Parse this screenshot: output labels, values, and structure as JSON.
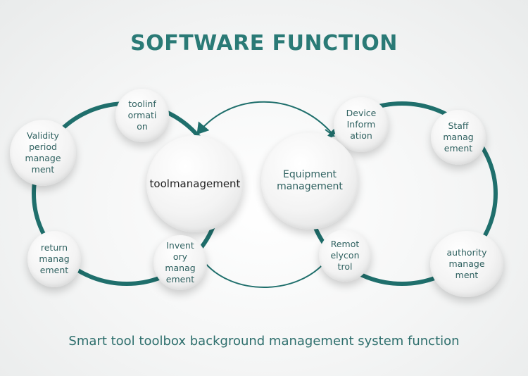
{
  "title": "SOFTWARE FUNCTION",
  "subtitle": "Smart tool toolbox background management system function",
  "nodes": {
    "tool_info": "toolinf\normati\non",
    "validity": "Validity\nperiod\nmanage\nment",
    "tool_management": "toolmanagement",
    "return": "return\nmanag\nement",
    "inventory": "Invent\nory\nmanag\nement",
    "device_info": "Device\nInform\nation",
    "equipment": "Equipment\nmanagement",
    "staff": "Staff\nmanag\nement",
    "remote": "Remot\nelycon\ntrol",
    "authority": "authority\nmanage\nment"
  },
  "colors": {
    "accent": "#1f6f6c",
    "title": "#2a7a76"
  }
}
